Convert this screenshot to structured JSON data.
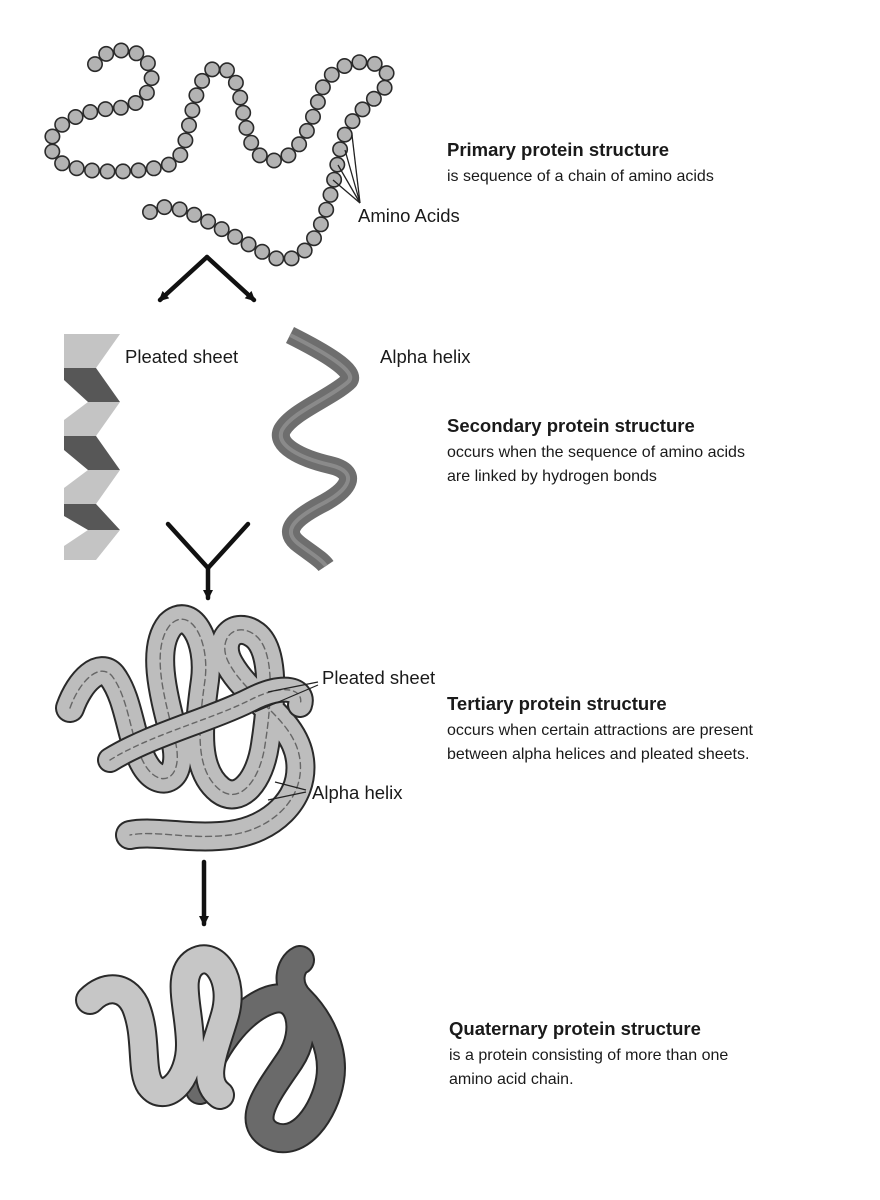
{
  "primary": {
    "title": "Primary protein structure",
    "description": "is sequence of a chain of amino acids",
    "label_amino_acids": "Amino Acids"
  },
  "secondary": {
    "title": "Secondary protein structure",
    "description_lines": [
      "occurs when the sequence of amino acids",
      "are linked by hydrogen bonds"
    ],
    "label_pleated_sheet": "Pleated sheet",
    "label_alpha_helix": "Alpha helix"
  },
  "tertiary": {
    "title": "Tertiary protein structure",
    "description_lines": [
      "occurs when certain attractions are present",
      "between alpha helices and pleated sheets."
    ],
    "label_pleated_sheet": "Pleated sheet",
    "label_alpha_helix": "Alpha helix"
  },
  "quaternary": {
    "title": "Quaternary protein structure",
    "description_lines": [
      "is a protein consisting of more than one",
      "amino acid chain."
    ]
  },
  "colors": {
    "bead_fill": "#b3b3b3",
    "outline": "#2a2a2a",
    "light_gray": "#c4c4c4",
    "mid_gray": "#6e6e6e",
    "dark_gray": "#575757",
    "ribbon_fill": "#bdbdbd"
  }
}
